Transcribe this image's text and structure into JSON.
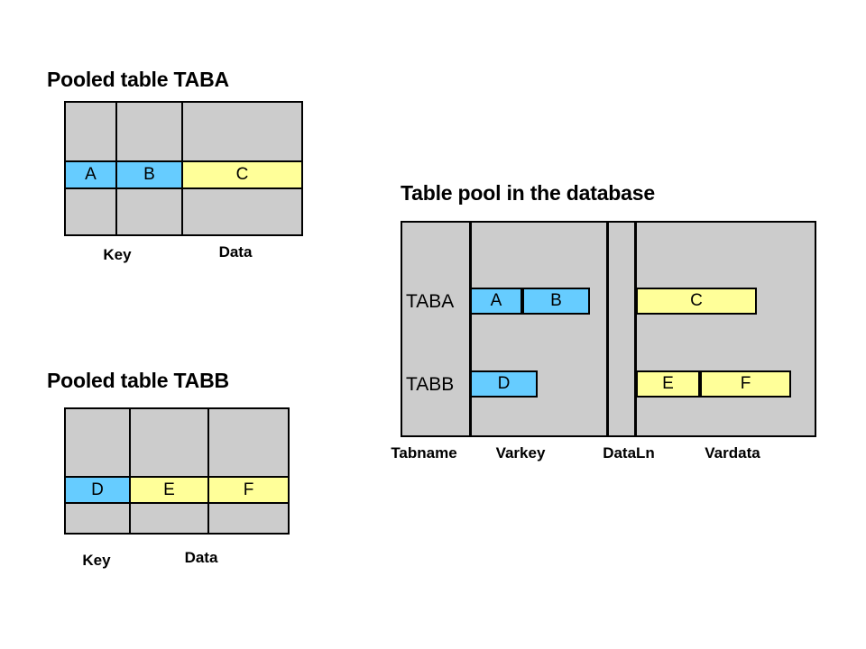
{
  "diagram": {
    "title_left_top": "Pooled table TABA",
    "title_left_bottom": "Pooled table TABB",
    "title_right": "Table pool in the database",
    "colors": {
      "key": "#66ccff",
      "data": "#ffff99",
      "fill": "#cccccc",
      "stroke": "#000000",
      "background": "#ffffff"
    }
  },
  "table_taba": {
    "name": "TABA",
    "filled_row": [
      {
        "value": "A",
        "kind": "key"
      },
      {
        "value": "B",
        "kind": "key"
      },
      {
        "value": "C",
        "kind": "data"
      }
    ],
    "captions": [
      {
        "label": "Key"
      },
      {
        "label": "Data"
      }
    ]
  },
  "table_tabb": {
    "name": "TABB",
    "filled_row": [
      {
        "value": "D",
        "kind": "key"
      },
      {
        "value": "E",
        "kind": "data"
      },
      {
        "value": "F",
        "kind": "data"
      }
    ],
    "captions": [
      {
        "label": "Key"
      },
      {
        "label": "Data"
      }
    ]
  },
  "pool": {
    "column_labels": [
      {
        "label": "Tabname"
      },
      {
        "label": "Varkey"
      },
      {
        "label": "DataLn"
      },
      {
        "label": "Vardata"
      }
    ],
    "rows": [
      {
        "tabname": "TABA",
        "varkey": [
          {
            "value": "A"
          },
          {
            "value": "B"
          }
        ],
        "vardata": [
          {
            "value": "C"
          }
        ]
      },
      {
        "tabname": "TABB",
        "varkey": [
          {
            "value": "D"
          }
        ],
        "vardata": [
          {
            "value": "E"
          },
          {
            "value": "F"
          }
        ]
      }
    ]
  }
}
